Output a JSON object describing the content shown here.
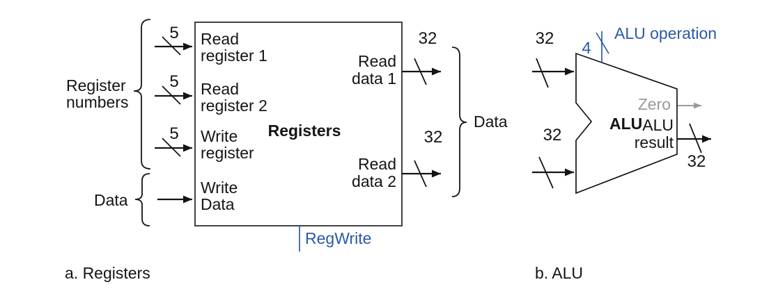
{
  "palette": {
    "ink": "#141414",
    "control_blue": "#2a5aa8",
    "zero_gray": "#9a9a9a",
    "background": "#ffffff"
  },
  "registers": {
    "box_title": "Registers",
    "caption": "a. Registers",
    "group_label": {
      "line1": "Register",
      "line2": "numbers"
    },
    "write_data_group_label": "Data",
    "inputs": [
      {
        "line1": "Read",
        "line2": "register 1",
        "bus_width": "5"
      },
      {
        "line1": "Read",
        "line2": "register 2",
        "bus_width": "5"
      },
      {
        "line1": "Write",
        "line2": "register",
        "bus_width": "5"
      },
      {
        "line1": "Write",
        "line2": "Data"
      }
    ],
    "outputs": [
      {
        "line1": "Read",
        "line2": "data 1",
        "bus_width": "32"
      },
      {
        "line1": "Read",
        "line2": "data 2",
        "bus_width": "32"
      }
    ],
    "output_group_label": "Data",
    "control_signal": "RegWrite"
  },
  "alu": {
    "caption": "b. ALU",
    "unit_label": "ALU",
    "control_signal": "ALU operation",
    "control_bus_width": "4",
    "zero_flag_label": "Zero",
    "result_label": {
      "line1": "ALU",
      "line2": "result"
    },
    "input_bus_widths": [
      "32",
      "32"
    ],
    "output_bus_width": "32"
  }
}
